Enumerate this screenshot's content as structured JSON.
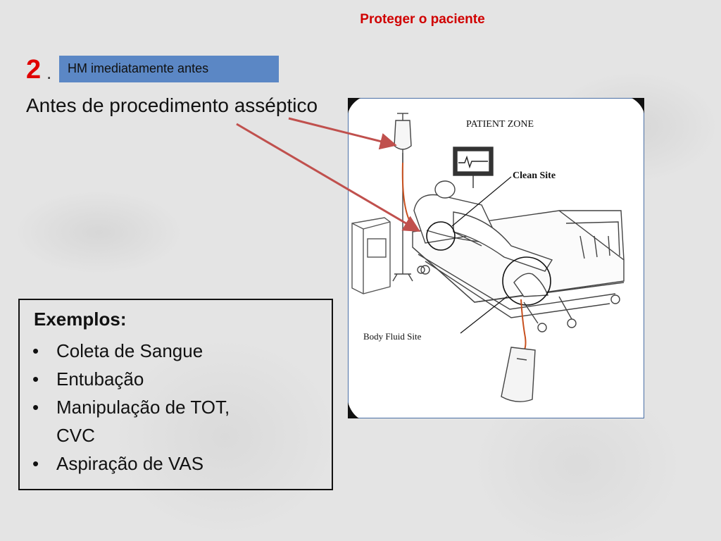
{
  "slide": {
    "title": "Proteger o paciente",
    "step_number": "2",
    "step_dot": ".",
    "tag_label": "HM imediatamente antes",
    "subheading": "Antes de procedimento asséptico"
  },
  "examples": {
    "title": "Exemplos:",
    "items": [
      "Coleta de Sangue",
      "Entubação",
      "Manipulação de TOT, CVC",
      "Aspiração de VAS"
    ]
  },
  "illustration": {
    "zone_label": "PATIENT ZONE",
    "clean_site_label": "Clean Site",
    "body_fluid_label": "Body Fluid Site"
  },
  "colors": {
    "title": "#d00000",
    "step_number": "#e00000",
    "tag_background": "#5b87c5",
    "arrow": "#c0504d",
    "tubing": "#c8501e"
  }
}
